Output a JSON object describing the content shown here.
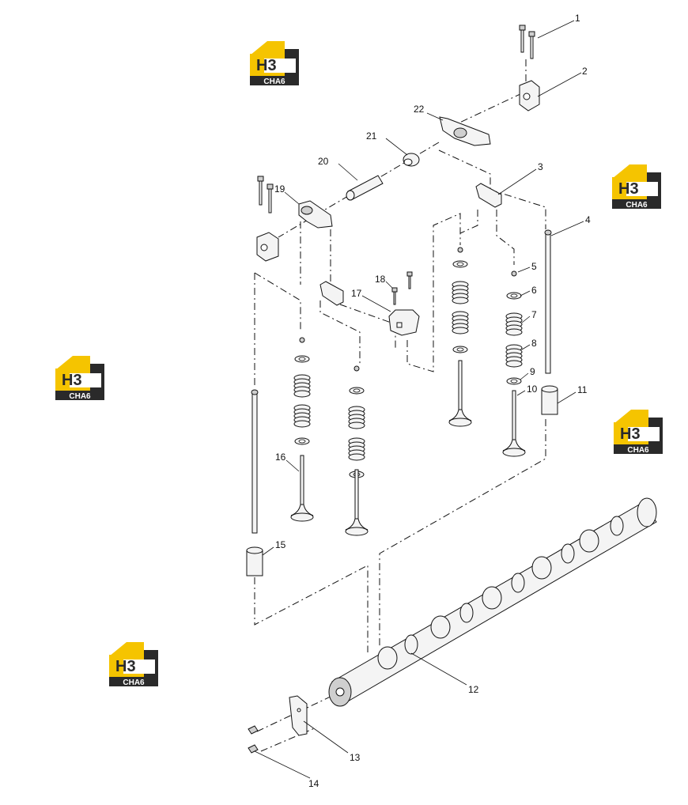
{
  "watermark": {
    "logo_text": "H3",
    "sub_text": "CHA6",
    "colors": {
      "yellow": "#f5c400",
      "dark": "#2a2a2a",
      "text": "#ffffff"
    }
  },
  "callouts": {
    "c1": "1",
    "c2": "2",
    "c3": "3",
    "c4": "4",
    "c5": "5",
    "c6": "6",
    "c7": "7",
    "c8": "8",
    "c9": "9",
    "c10": "10",
    "c11": "11",
    "c12": "12",
    "c13": "13",
    "c14": "14",
    "c15": "15",
    "c16": "16",
    "c17": "17",
    "c18": "18",
    "c19": "19",
    "c20": "20",
    "c21": "21",
    "c22": "22"
  }
}
